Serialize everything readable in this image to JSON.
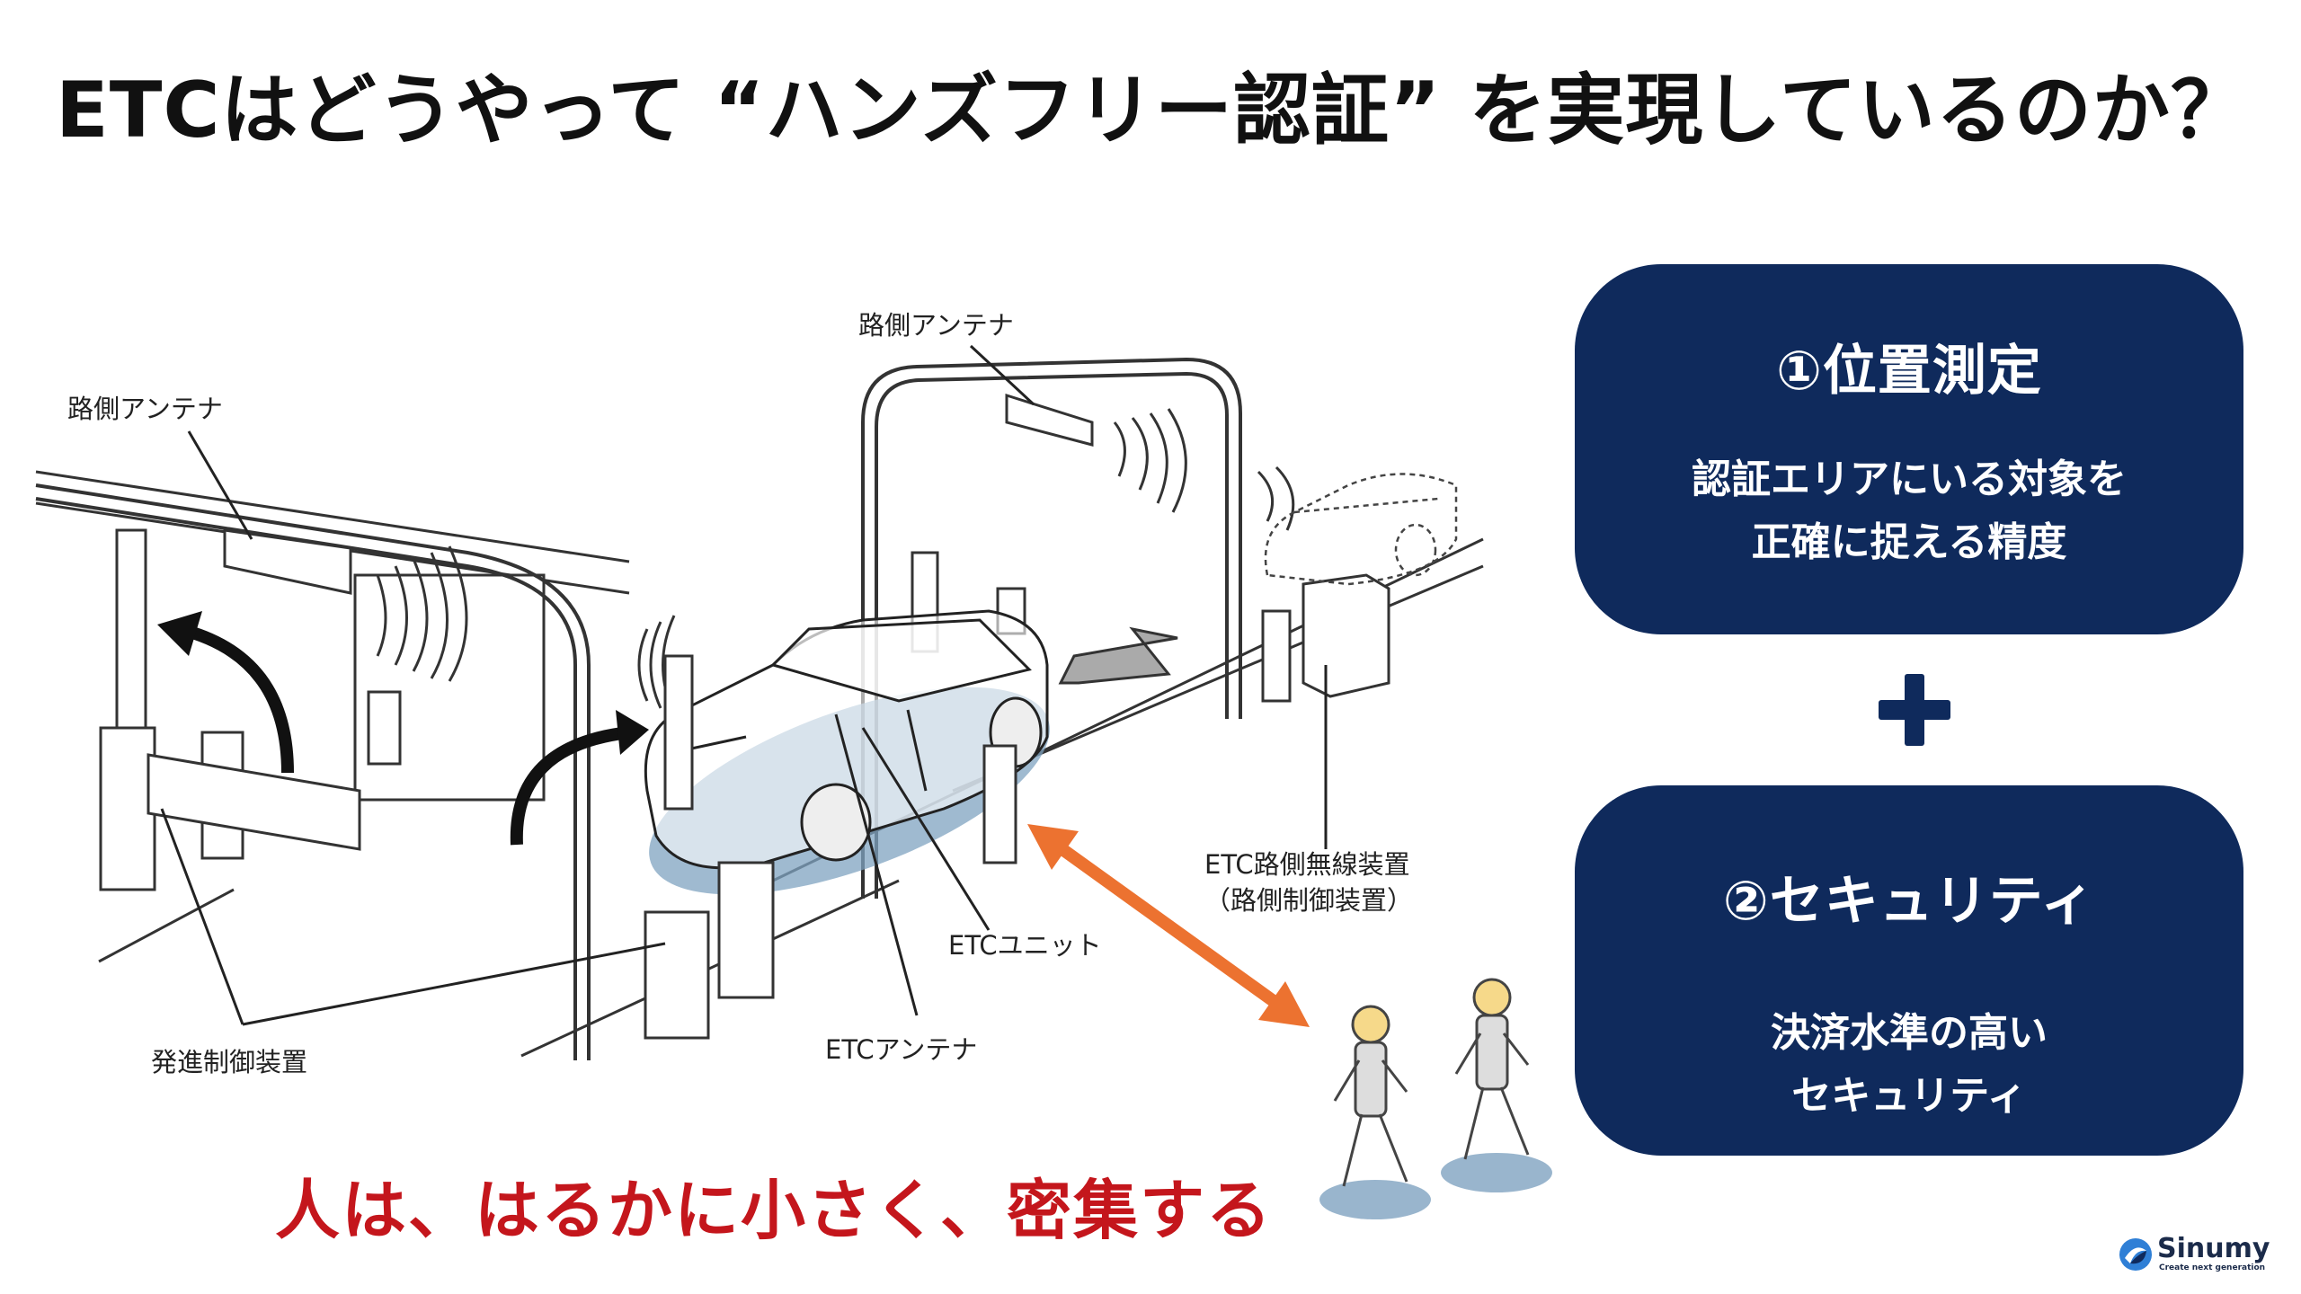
{
  "title": "ETCはどうやって “ハンズフリー認証” を実現しているのか？",
  "diagram_labels": {
    "roadside_antenna_left": "路側アンテナ",
    "roadside_antenna_right": "路側アンテナ",
    "departure_control": "発進制御装置",
    "etc_antenna": "ETCアンテナ",
    "etc_unit": "ETCユニット",
    "roadside_radio": "ETC路側無線装置",
    "roadside_control": "（路側制御装置）"
  },
  "cards": [
    {
      "heading": "①位置測定",
      "line1": "認証エリアにいる対象を",
      "line2": "正確に捉える精度"
    },
    {
      "heading": "②セキュリティ",
      "line1": "決済水準の高い",
      "line2": "セキュリティ"
    }
  ],
  "plus_icon": "plus-icon",
  "callout": "人は、はるかに小さく、密集する",
  "colors": {
    "card_bg": "#0f2a5c",
    "callout": "#c4161c",
    "arrow": "#ec7230",
    "ellipse": "#7fa3c0"
  },
  "logo": {
    "name": "Sinumy",
    "tagline": "Create next generation"
  }
}
